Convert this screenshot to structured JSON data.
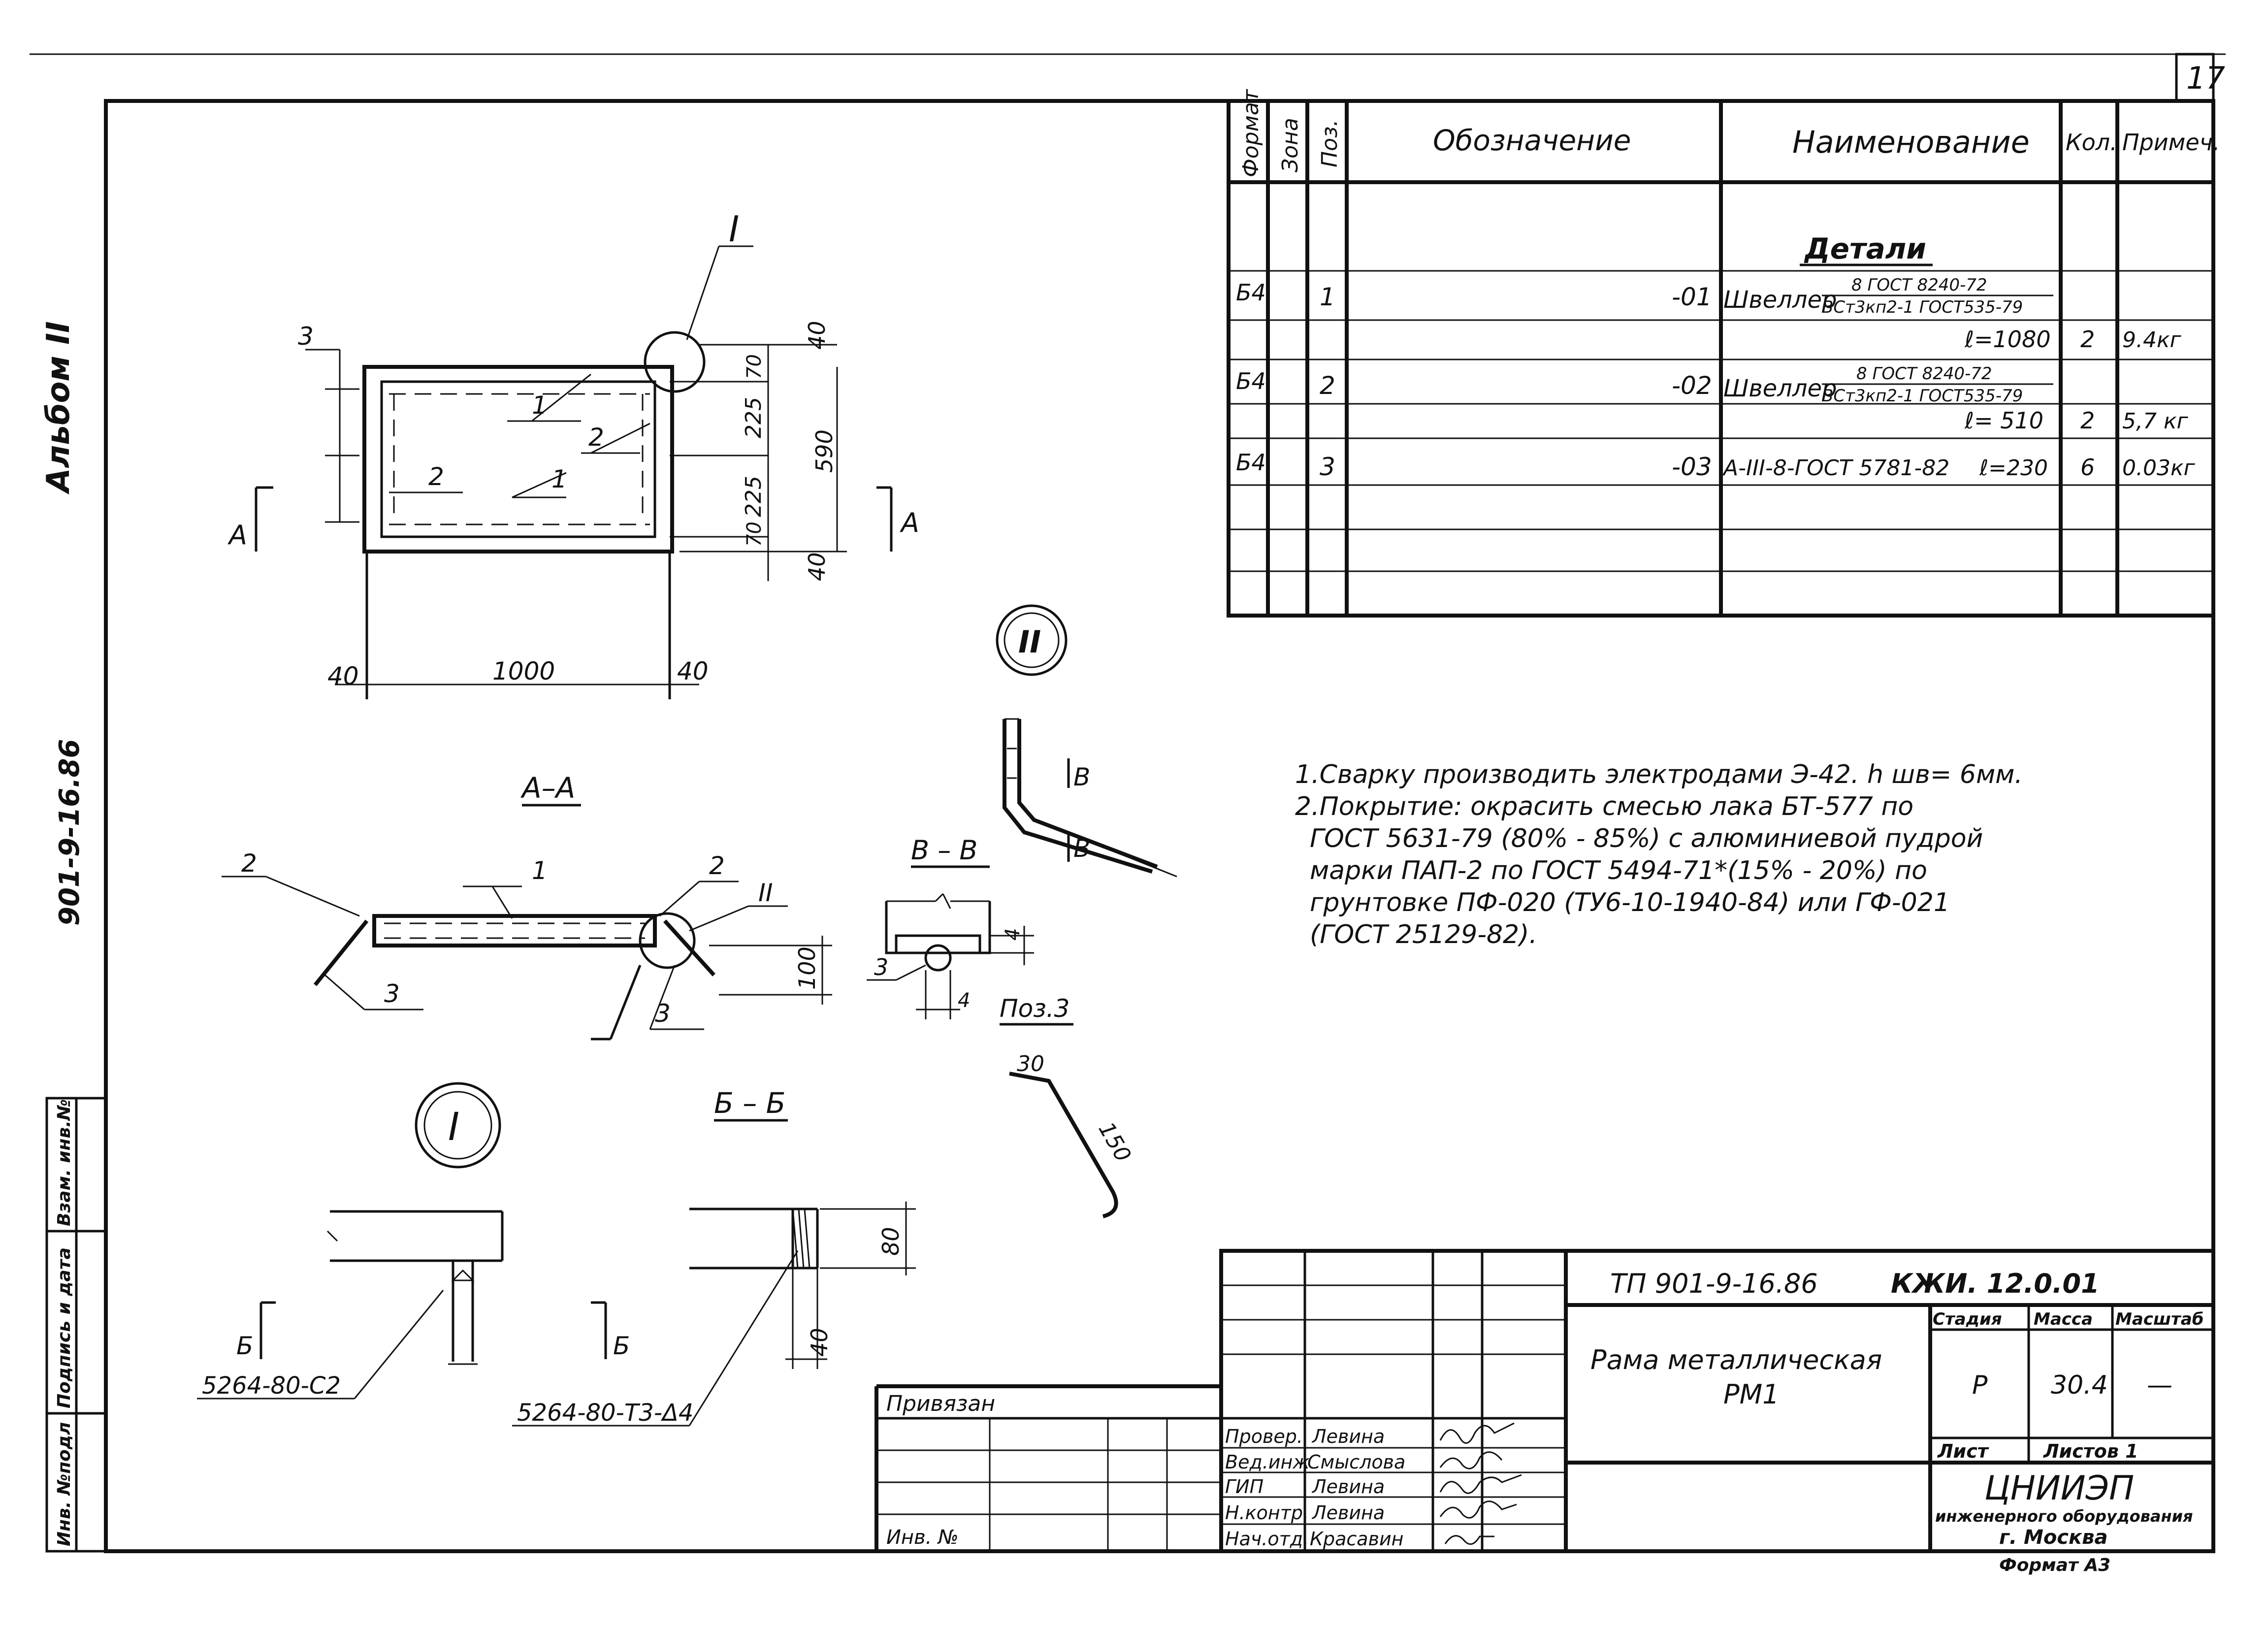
{
  "page_number": "17",
  "album_label": "Альбом II",
  "side_code": "901-9-16.86",
  "left_strip": {
    "inv_no": "Инв. №подл",
    "sign_date": "Подпись и дата",
    "instead_inv": "Взам. инв.№"
  },
  "spec_table": {
    "headers": {
      "format": "Формат",
      "zone": "Зона",
      "pos": "Поз.",
      "designation": "Обозначение",
      "name": "Наименование",
      "qty": "Кол.",
      "note": "Примеч."
    },
    "section_title": "Детали",
    "rows": [
      {
        "format": "Б4",
        "pos": "1",
        "designation": "-01",
        "name": "Швеллер",
        "gost_top": "8 ГОСТ 8240-72",
        "gost_bottom": "ВСт3кп2-1 ГОСТ535-79",
        "length": "ℓ=1080",
        "qty": "2",
        "note": "9.4кг"
      },
      {
        "format": "Б4",
        "pos": "2",
        "designation": "-02",
        "name": "Швеллер",
        "gost_top": "8 ГОСТ 8240-72",
        "gost_bottom": "ВСт3кп2-1 ГОСТ535-79",
        "length": "ℓ= 510",
        "qty": "2",
        "note": "5,7 кг"
      },
      {
        "format": "Б4",
        "pos": "3",
        "designation": "-03",
        "name": "A-III-8-ГОСТ 5781-82",
        "length": "ℓ=230",
        "qty": "6",
        "note": "0.03кг"
      }
    ]
  },
  "notes": [
    "1.Сварку производить электродами Э-42. h шв= 6мм.",
    "2.Покрытие: окрасить смесью лака БТ-577 по",
    "ГОСТ 5631-79 (80% - 85%) с алюминиевой пудрой",
    "марки ПАП-2 по ГОСТ 5494-71*(15% - 20%) по",
    "грунтовке ПФ-020 (ТУ6-10-1940-84) или ГФ-021",
    "(ГОСТ 25129-82)."
  ],
  "plan_view": {
    "label_I": "I",
    "dims": {
      "left": "40",
      "width": "1000",
      "right": "40",
      "top": "40",
      "d70a": "70",
      "d225a": "225",
      "total": "590",
      "d225b": "225",
      "d70b": "70",
      "bottom": "40"
    },
    "pos": {
      "p1a": "1",
      "p1b": "1",
      "p2a": "2",
      "p2b": "2",
      "p3": "3"
    },
    "sec_marker_left": "А",
    "sec_marker_right": "А"
  },
  "section_AA": {
    "title": "А–А",
    "pos": {
      "p1": "1",
      "p2a": "2",
      "p2b": "2",
      "p3a": "3",
      "p3b": "3"
    },
    "callout": "II",
    "dim_height": "100"
  },
  "detail_II": {
    "label": "II",
    "marker_top": "В",
    "marker_bottom": "В"
  },
  "section_BB": {
    "title": "В – В",
    "pos": "3",
    "dim_a": "4",
    "dim_b": "4"
  },
  "poz3": {
    "title": "Поз.3",
    "dim_a": "30",
    "dim_b": "150"
  },
  "detail_I": {
    "label": "I",
    "marker_left": "Б",
    "marker_right": "Б",
    "weld_left": "5264-80-С2"
  },
  "section_ББ": {
    "title": "Б – Б",
    "dim_h": "80",
    "dim_w": "40",
    "weld_right": "5264-80-Т3-Δ4"
  },
  "title_block": {
    "doc_code": "ТП 901-9-16.86",
    "drawing_code": "КЖИ. 12.0.01",
    "title_line1": "Рама металлическая",
    "title_line2": "РМ1",
    "stage_label": "Стадия",
    "mass_label": "Масса",
    "scale_label": "Масштаб",
    "stage_value": "Р",
    "mass_value": "30.4",
    "scale_value": "—",
    "sheet_label": "Лист",
    "sheets_label": "Листов 1",
    "org_name": "ЦНИИЭП",
    "org_sub": "инженерного оборудования",
    "org_city": "г. Москва",
    "format_label": "Формат А3",
    "privyazan": "Привязан",
    "inv_no": "Инв. №",
    "roles": [
      {
        "role": "Провер.",
        "name": "Левина"
      },
      {
        "role": "Вед.инж",
        "name": "Смыслова"
      },
      {
        "role": "ГИП",
        "name": "Левина"
      },
      {
        "role": "Н.контр.",
        "name": "Левина"
      },
      {
        "role": "Нач.отд.",
        "name": "Красавин"
      }
    ]
  }
}
